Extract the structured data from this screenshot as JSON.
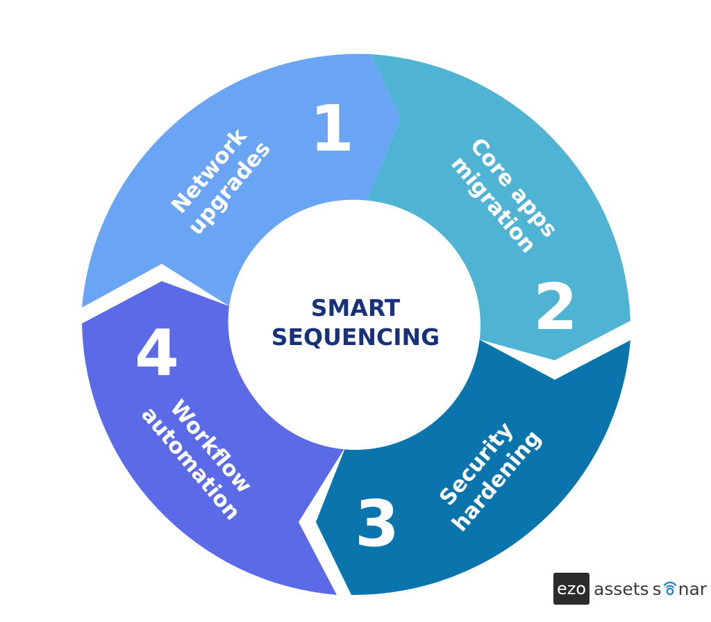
{
  "center": {
    "line1": "SMART",
    "line2": "SEQUENCING"
  },
  "segments": [
    {
      "number": "1",
      "line1": "Network",
      "line2": "upgrades",
      "color": "#6aa5f5"
    },
    {
      "number": "2",
      "line1": "Core apps",
      "line2": "migration",
      "color": "#4fb3d3"
    },
    {
      "number": "3",
      "line1": "Security",
      "line2": "hardening",
      "color": "#0a74ad"
    },
    {
      "number": "4",
      "line1": "Workflow",
      "line2": "automation",
      "color": "#5b6ae6"
    }
  ],
  "colors": {
    "center_text": "#17317a",
    "background": "#ffffff"
  },
  "logo": {
    "box_text": "ezo",
    "word": "assets",
    "s_letter": "s",
    "tail": "nar",
    "icon": "sonar-wave-icon"
  }
}
